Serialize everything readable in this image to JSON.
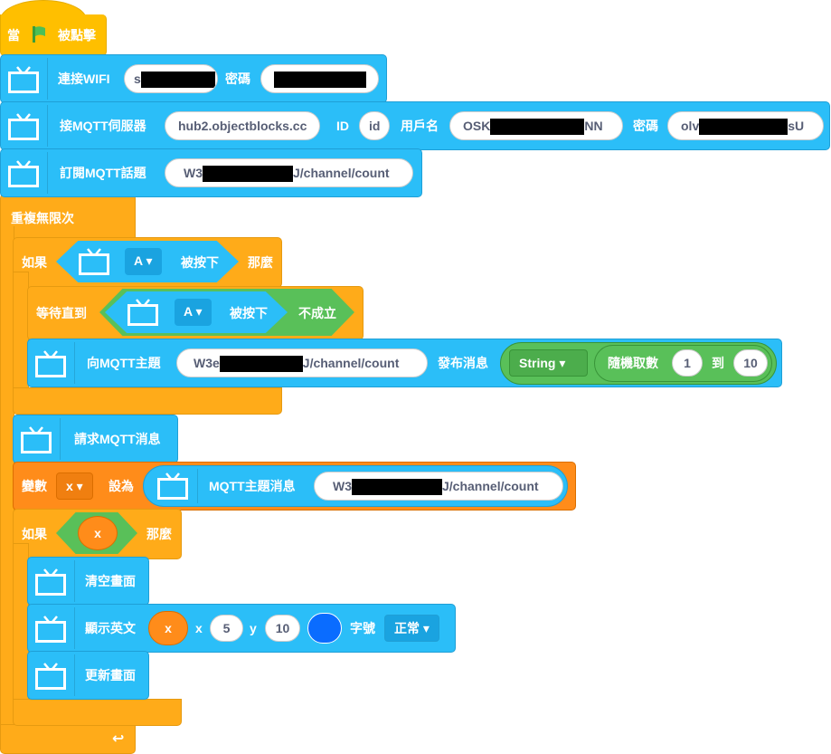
{
  "hat": {
    "when": "當",
    "clicked": "被點擊"
  },
  "wifi": {
    "label": "連接WIFI",
    "ssid_visible": "s",
    "password_label": "密碼"
  },
  "mqtt_server": {
    "label": "接MQTT伺服器",
    "host": "hub2.objectblocks.cc",
    "id_label": "ID",
    "id": "id",
    "user_label": "用戶名",
    "user_prefix": "OSK",
    "user_suffix": "NN",
    "password_label": "密碼",
    "password_prefix": "olv",
    "password_suffix": "sU"
  },
  "subscribe": {
    "label": "訂閱MQTT話題",
    "topic_prefix": "W3",
    "topic_suffix": "J/channel/count"
  },
  "forever": {
    "label": "重複無限次"
  },
  "if1": {
    "if": "如果",
    "button": "A",
    "pressed": "被按下",
    "then": "那麼"
  },
  "wait": {
    "label": "等待直到",
    "button": "A",
    "pressed": "被按下",
    "not": "不成立"
  },
  "publish": {
    "label": "向MQTT主題",
    "topic_prefix": "W3e",
    "topic_suffix": "J/channel/count",
    "msg_label": "發布消息",
    "type": "String",
    "random_label": "隨機取數",
    "from": "1",
    "to_label": "到",
    "to": "10"
  },
  "request": {
    "label": "請求MQTT消息"
  },
  "setvar": {
    "label": "變數",
    "var": "x",
    "set_to": "設為",
    "reporter": "MQTT主題消息",
    "topic_prefix": "W3",
    "topic_suffix": "J/channel/count"
  },
  "if2": {
    "if": "如果",
    "var": "x",
    "then": "那麼"
  },
  "clear": {
    "label": "清空畫面"
  },
  "show": {
    "label": "顯示英文",
    "var": "x",
    "x_label": "x",
    "x": "5",
    "y_label": "y",
    "y": "10",
    "size_label": "字號",
    "size": "正常"
  },
  "update": {
    "label": "更新畫面"
  },
  "colors": {
    "extension": "#2bbef8",
    "control": "#ffab19",
    "variable": "#ff8c1a",
    "operator": "#59c059",
    "event": "#ffbf00",
    "text_color": "#0a6cff"
  }
}
